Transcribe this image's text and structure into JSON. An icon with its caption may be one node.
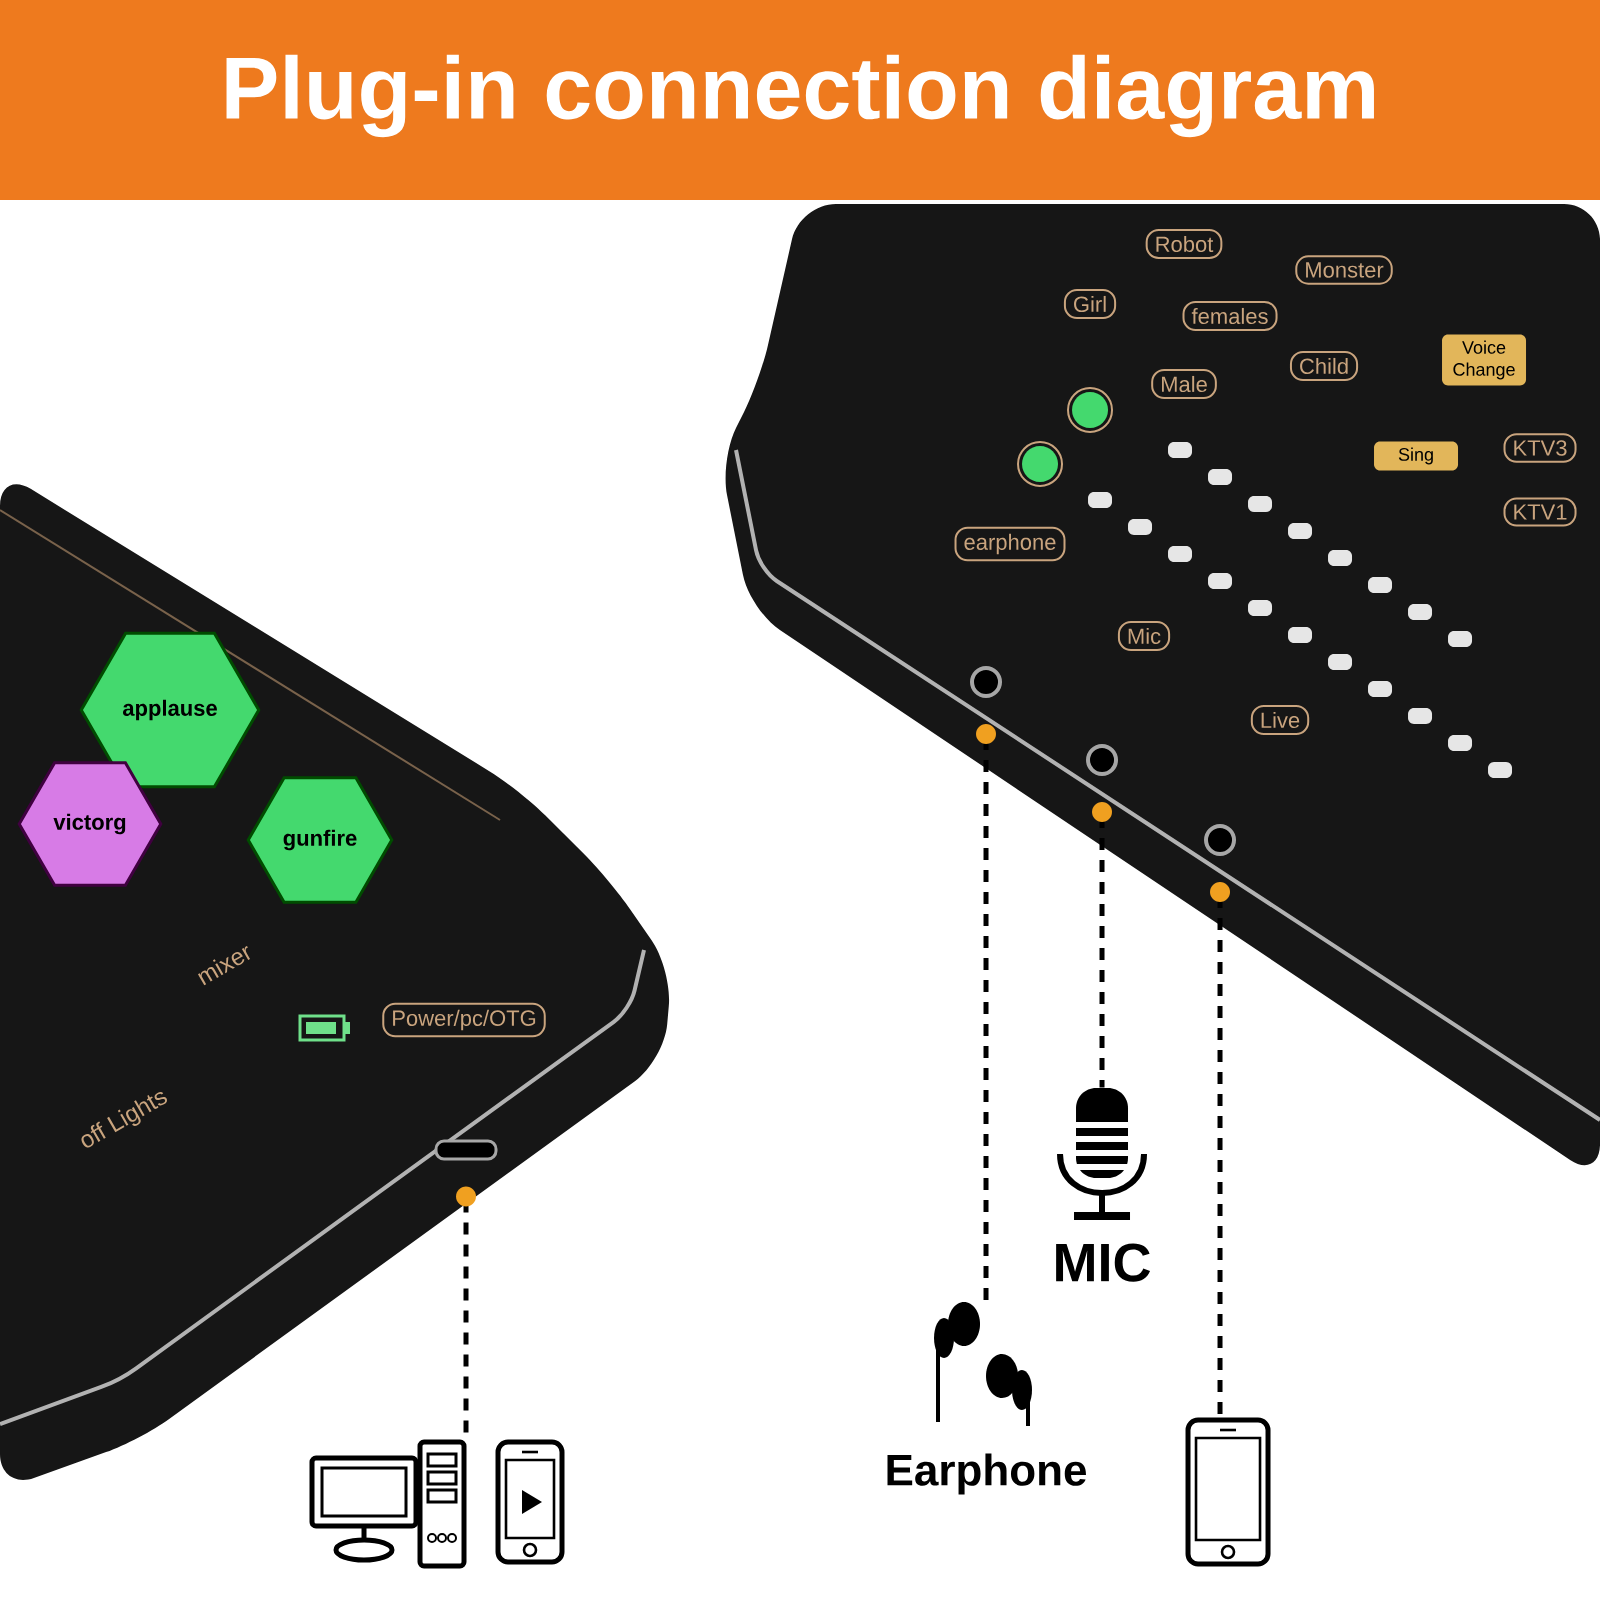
{
  "diagram": {
    "title": "Plug-in connection diagram",
    "nodes": [
      {
        "text": [
          "applause"
        ]
      },
      {
        "text": [
          "victorg"
        ]
      },
      {
        "text": [
          "gunfire"
        ]
      },
      {
        "text": [
          "Power/pc/OTG"
        ]
      },
      {
        "text": [],
        "shape": "box"
      },
      {
        "text": [
          "Robot"
        ]
      },
      {
        "text": [
          "Monster"
        ]
      },
      {
        "text": [
          "Girl"
        ]
      },
      {
        "text": [
          "females"
        ]
      },
      {
        "text": [
          "Male"
        ]
      },
      {
        "text": [
          "Child"
        ]
      },
      {
        "text": [
          "Voice Change"
        ]
      },
      {
        "text": [
          "Sing"
        ]
      },
      {
        "text": [
          "KTV3"
        ]
      },
      {
        "text": [
          "KTV1"
        ]
      },
      {
        "text": [
          "earphone"
        ]
      },
      {
        "text": [
          "Mic"
        ]
      },
      {
        "text": [
          "Live"
        ]
      },
      {
        "text": [],
        "shape": "circle"
      },
      {
        "text": [],
        "shape": "circle"
      },
      {
        "text": [],
        "shape": "circle"
      },
      {
        "text": [],
        "shape": "picture"
      },
      {
        "text": [],
        "shape": "picture"
      },
      {
        "text": [],
        "shape": "picture",
        "beside": [
          "MIC"
        ]
      },
      {
        "text": [],
        "shape": "picture",
        "beside": [
          "Earphone"
        ]
      },
      {
        "text": [],
        "shape": "picture"
      }
    ],
    "edges": [
      {
        "from": 4,
        "to": 21,
        "arrow": "other",
        "style": "dashed"
      },
      {
        "from": 18,
        "to": 24,
        "arrow": "other",
        "style": "dashed"
      },
      {
        "from": 19,
        "to": 23,
        "arrow": "other",
        "style": "dashed"
      },
      {
        "from": 20,
        "to": 25,
        "arrow": "other",
        "style": "dashed"
      }
    ],
    "labels": [
      "mixer",
      "off Lights"
    ]
  }
}
